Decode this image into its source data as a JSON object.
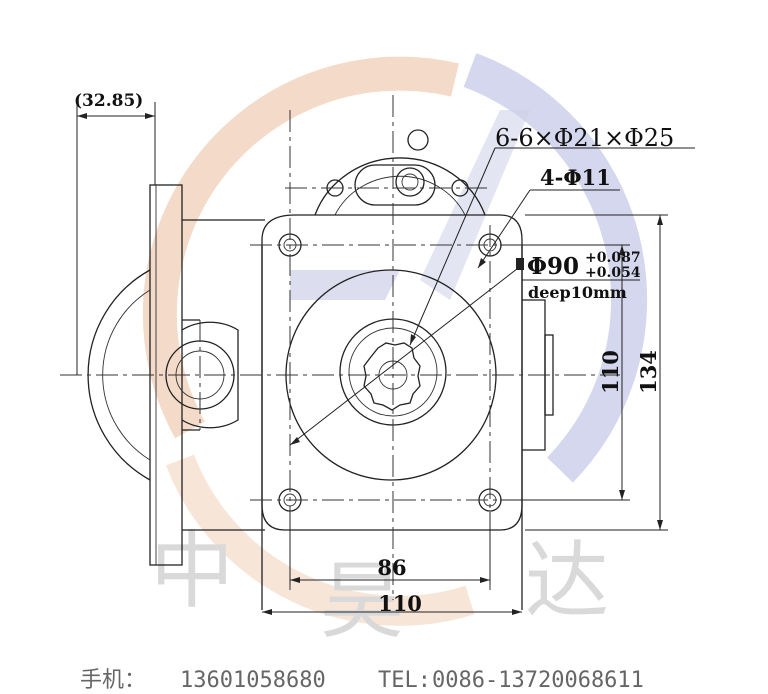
{
  "dimensions": {
    "width_32_85": "(32.85)",
    "bolt_holes_6": "6-6×Φ21×Φ25",
    "holes_4": "4-Φ11",
    "pilot_diameter": "Φ90",
    "tol_upper": "+0.087",
    "tol_lower": "+0.054",
    "depth_note": "deep10mm",
    "height_110": "110",
    "height_134": "134",
    "width_86": "86",
    "width_110": "110"
  },
  "watermark": {
    "chars": [
      "中",
      "昊",
      "达"
    ],
    "logo_colors": {
      "orange": "#f2c9ae",
      "blue": "#c9cbe6"
    }
  },
  "footer": {
    "phone_label": "手机：",
    "phone": "13601058680",
    "tel_label": "TEL:",
    "tel": "0086-13720068611"
  }
}
